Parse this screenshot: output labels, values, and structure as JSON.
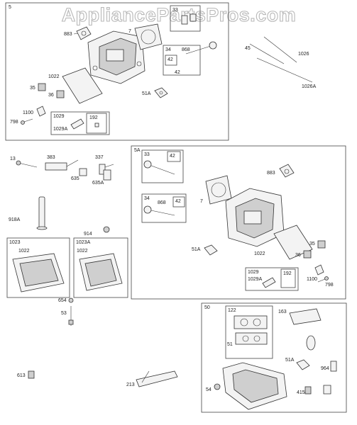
{
  "watermark": "AppliancePartsPros.com",
  "sections": {
    "s": "5",
    "s5a": "5A",
    "s50": "50"
  },
  "labels": {
    "l883a": "883",
    "l7a": "7",
    "l33a": "33",
    "l34a": "34",
    "l868a": "868",
    "l42a": "42",
    "l42a2": "42",
    "l1022a": "1022",
    "l35a": "35",
    "l36a": "36",
    "l51Aa": "51A",
    "l1100a": "1100",
    "l798a": "798",
    "l1029a": "1029",
    "l192a": "192",
    "l1029Aa": "1029A",
    "l45": "45",
    "l1026": "1026",
    "l1026A": "1026A",
    "l13": "13",
    "l383": "383",
    "l337": "337",
    "l635": "635",
    "l635A": "635A",
    "l918A": "918A",
    "l914": "914",
    "l1023": "1023",
    "l1022b": "1022",
    "l1023A": "1023A",
    "l1022c": "1022",
    "l654": "654",
    "l53": "53",
    "l613": "613",
    "l213": "213",
    "l33b": "33",
    "l42b": "42",
    "l883b": "883",
    "l7b": "7",
    "l34b": "34",
    "l868b": "868",
    "l42b2": "42",
    "l51Ab": "51A",
    "l1022d": "1022",
    "l35b": "35",
    "l36b": "36",
    "l1029b": "1029",
    "l1029Ab": "1029A",
    "l192b": "192",
    "l1100b": "1100",
    "l798b": "798",
    "l122": "122",
    "l163": "163",
    "l51": "51",
    "l51Ac": "51A",
    "l964": "964",
    "l54": "54",
    "l415": "415"
  }
}
